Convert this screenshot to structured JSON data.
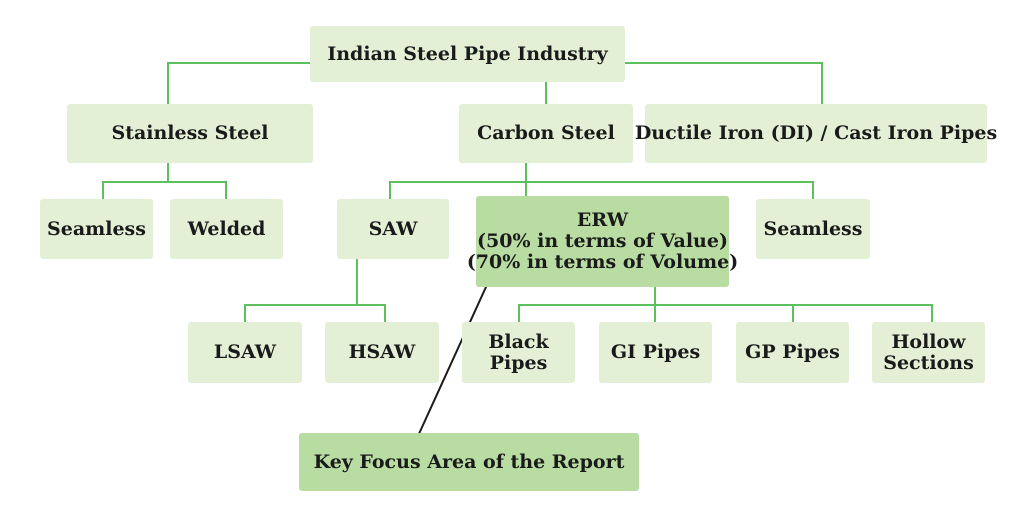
{
  "diagram": {
    "colors": {
      "node_fill": "#e3f0d6",
      "highlight_fill": "#b8dca2",
      "connector": "#5cc15c",
      "arrow": "#1a1a1a",
      "text": "#1a1a1a"
    },
    "root": {
      "label": "Indian Steel Pipe Industry"
    },
    "categories": {
      "stainless": "Stainless Steel",
      "carbon": "Carbon Steel",
      "ductile": "Ductile Iron (DI) / Cast Iron Pipes"
    },
    "stainless_children": {
      "seamless": "Seamless",
      "welded": "Welded"
    },
    "carbon_children": {
      "saw": "SAW",
      "erw": {
        "title": "ERW",
        "value_share": "(50% in terms of Value)",
        "volume_share": "(70% in terms of Volume)"
      },
      "seamless": "Seamless"
    },
    "saw_children": {
      "lsaw": "LSAW",
      "hsaw": "HSAW"
    },
    "erw_children": {
      "black_pipes": [
        "Black",
        "Pipes"
      ],
      "gi_pipes": "GI Pipes",
      "gp_pipes": "GP Pipes",
      "hollow_sections": [
        "Hollow",
        "Sections"
      ]
    },
    "callout": {
      "label": "Key Focus Area of the Report"
    }
  }
}
